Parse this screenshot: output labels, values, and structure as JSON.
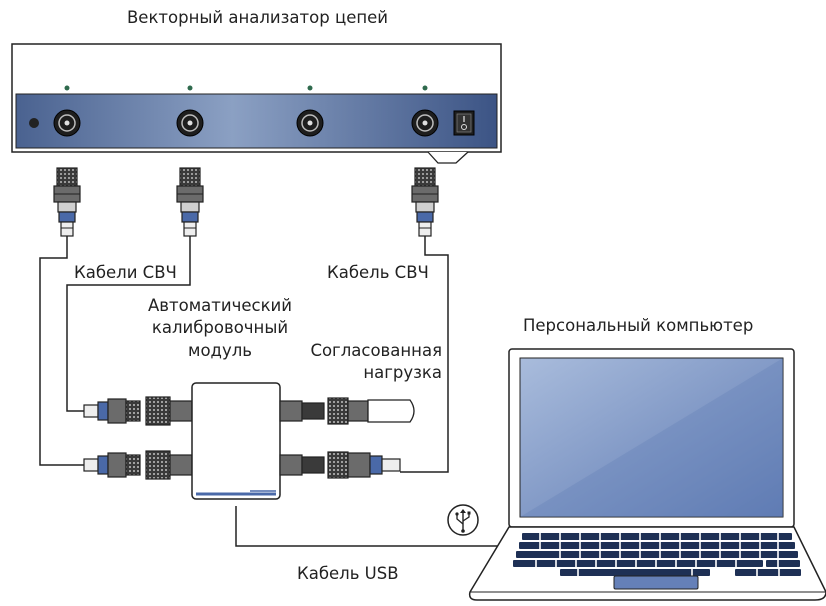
{
  "labels": {
    "analyzer": "Векторный анализатор цепей",
    "cables_left": "Кабели СВЧ",
    "cable_right": "Кабель СВЧ",
    "cal_module": [
      "Автоматический",
      "калибровочный",
      "модуль"
    ],
    "load": [
      "Согласованная",
      "нагрузка"
    ],
    "pc": "Персональный компьютер",
    "usb_cable": "Кабель USB"
  },
  "icons": {
    "usb": "usb-icon",
    "power_switch": "power-switch-icon",
    "rf_port": "rf-port-icon",
    "led": "led-indicator-icon"
  },
  "colors": {
    "panel_dark": "#3c5485",
    "panel_light": "#8aa0c4",
    "screen_dark": "#6580b8",
    "screen_light": "#9eb2d6",
    "outline": "#222222"
  }
}
